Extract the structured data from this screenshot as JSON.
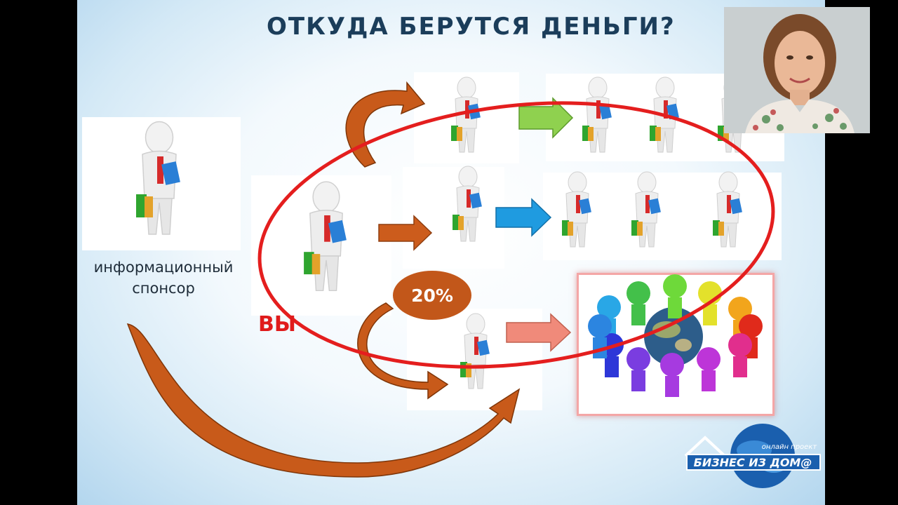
{
  "slide": {
    "title": "ОТКУДА БЕРУТСЯ ДЕНЬГИ?",
    "sponsor_label": "информационный спонсор",
    "you_label": "ВЫ",
    "percent_label": "20%"
  },
  "logo": {
    "top_text": "онлайн проект",
    "main_text": "БИЗНЕС ИЗ ДОМ@"
  },
  "colors": {
    "title": "#1b3d5a",
    "ellipse": "#e41e1e",
    "curved_arrow": "#c85a1a",
    "arrow_orange": "#cc5c1c",
    "arrow_green": "#8fd14f",
    "arrow_blue": "#1f9be0",
    "arrow_pink": "#f08a7a"
  }
}
